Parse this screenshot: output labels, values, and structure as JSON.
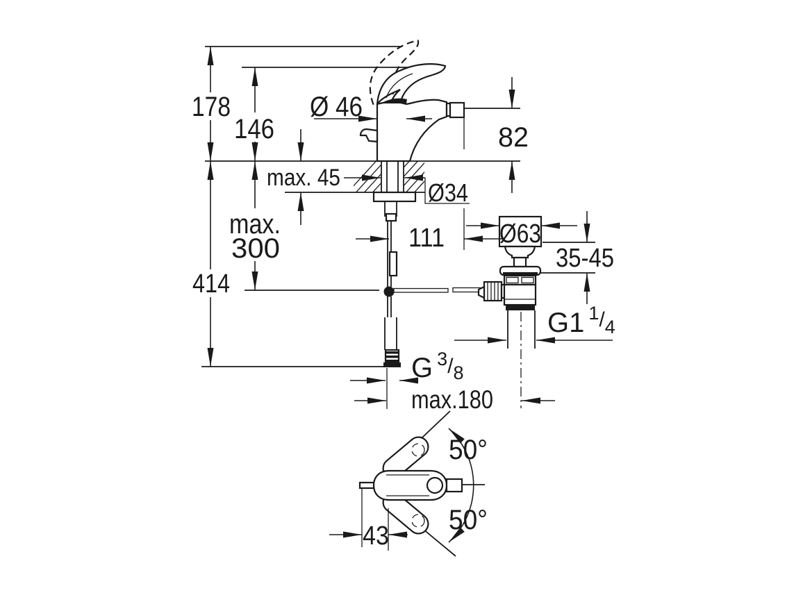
{
  "drawing": {
    "type": "technical-dimension-drawing",
    "subject": "single-lever bidet mixer with pop-up waste, front view and plan view",
    "colors": {
      "line": "#1a1a1a",
      "background": "#ffffff"
    },
    "labels": {
      "total_height": "178",
      "body_height": "146",
      "base_diameter": "Ø 46",
      "spout_height": "82",
      "deck_thickness": "max. 45",
      "hole_diameter": "Ø34",
      "hose_depth_1": "max.",
      "hose_depth_2": "300",
      "overall_depth": "414",
      "spout_reach": "111",
      "waste_plug_diameter": "Ø63",
      "basin_thickness_range": "35-45",
      "waste_thread_base": "G1",
      "waste_thread_sup": "1",
      "waste_thread_slash": "/",
      "waste_thread_sub": "4",
      "supply_thread_base": "G",
      "supply_thread_sup": "3",
      "supply_thread_slash": "/",
      "supply_thread_sub": "8",
      "waste_distance": "max.180",
      "handle_swing_up": "50°",
      "handle_swing_down": "50°",
      "handle_offset": "43"
    }
  }
}
